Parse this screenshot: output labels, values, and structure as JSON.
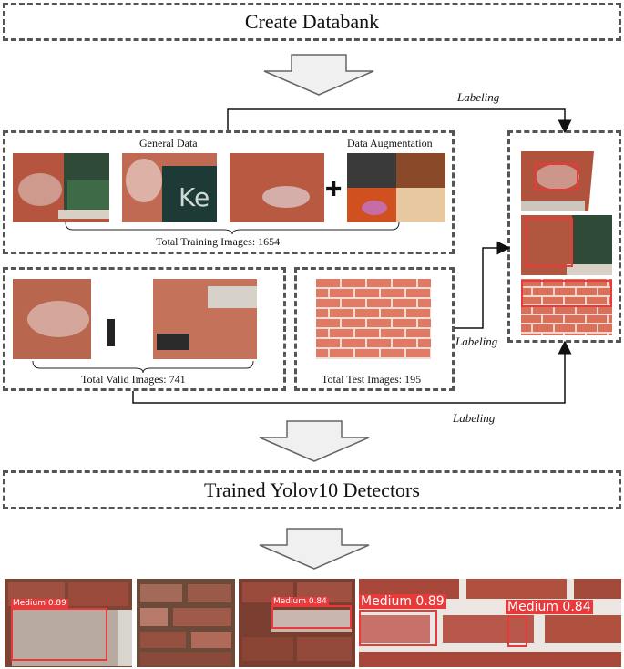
{
  "title_top": "Create Databank",
  "title_mid": "Trained Yolov10 Detectors",
  "labeling": [
    "Labeling",
    "Labeling",
    "Labeling"
  ],
  "general_data": "General Data",
  "data_augmentation": "Data Augmentation",
  "total_training": "Total Training Images: 1654",
  "total_valid": "Total Valid Images: 741",
  "total_test": "Total Test Images: 195",
  "detections": [
    {
      "label": "Medium 0.89"
    },
    {
      "label": "Medium 0.84"
    },
    {
      "label": "Medium 0.89"
    },
    {
      "label": "Medium 0.84"
    }
  ],
  "colors": {
    "dash": "#555555",
    "brick": "#b5553f",
    "detection": "#e8393b"
  }
}
